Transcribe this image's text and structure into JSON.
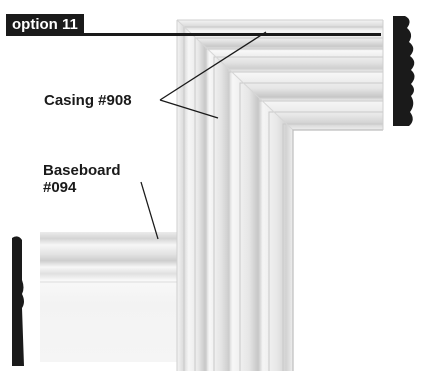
{
  "option_label": "option 11",
  "casing": {
    "label": "Casing #908"
  },
  "baseboard": {
    "label_line1": "Baseboard",
    "label_line2": "#094"
  }
}
